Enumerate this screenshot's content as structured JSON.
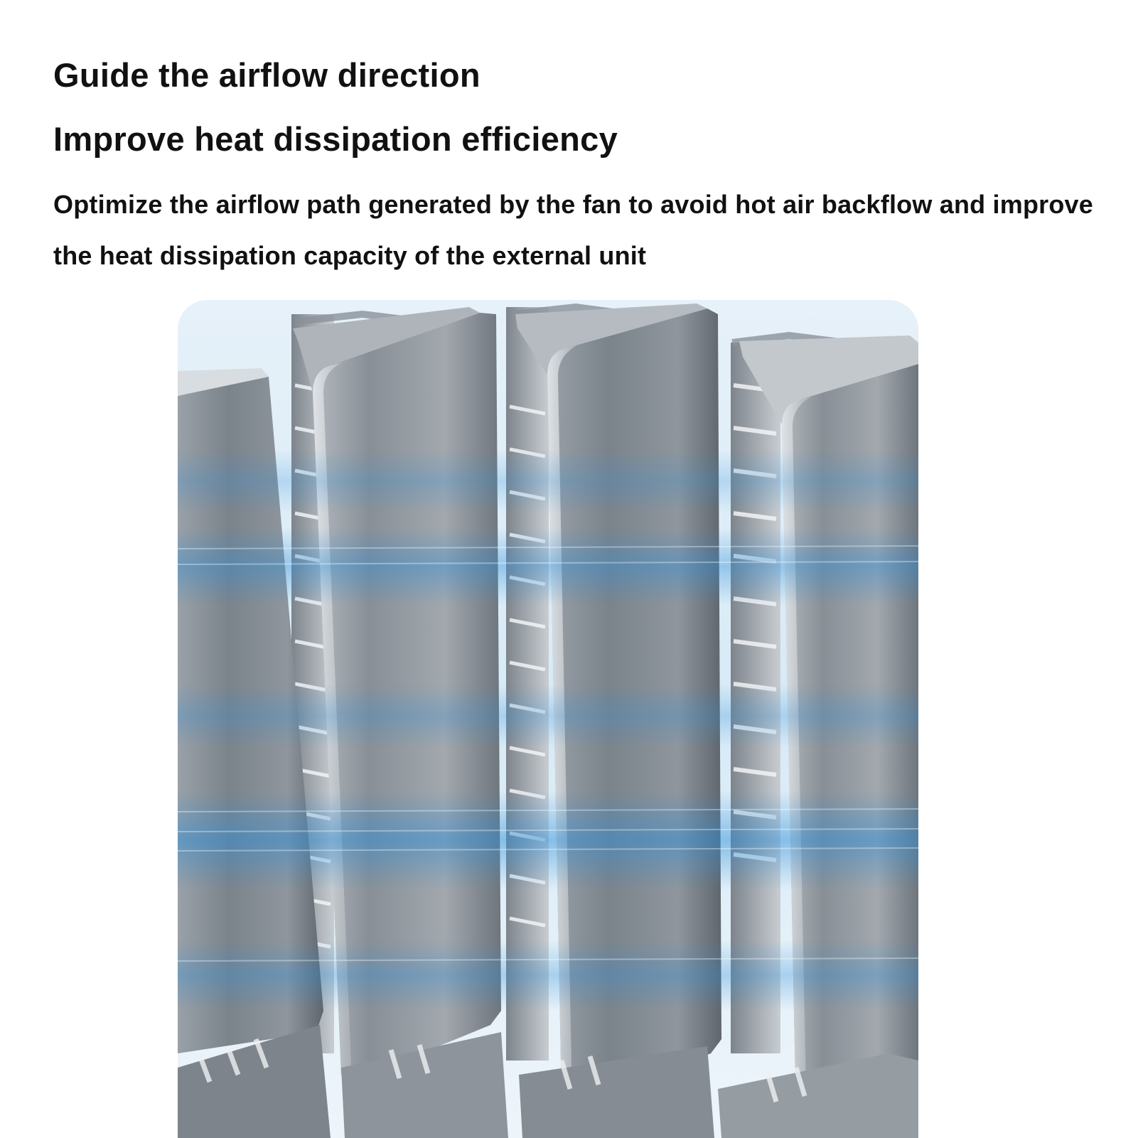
{
  "headline_1": "Guide the airflow direction",
  "headline_2": "Improve heat dissipation efficiency",
  "description": "Optimize the airflow path generated by the fan to avoid hot air backflow and improve the heat dissipation capacity of the external unit",
  "image": {
    "subject": "fan-blades-airflow",
    "colors": {
      "blade_dark": "#6c7278",
      "blade_light": "#c2c7cc",
      "airflow_blue": "#2d8ed8",
      "background_pale": "#eaf4fb"
    }
  }
}
